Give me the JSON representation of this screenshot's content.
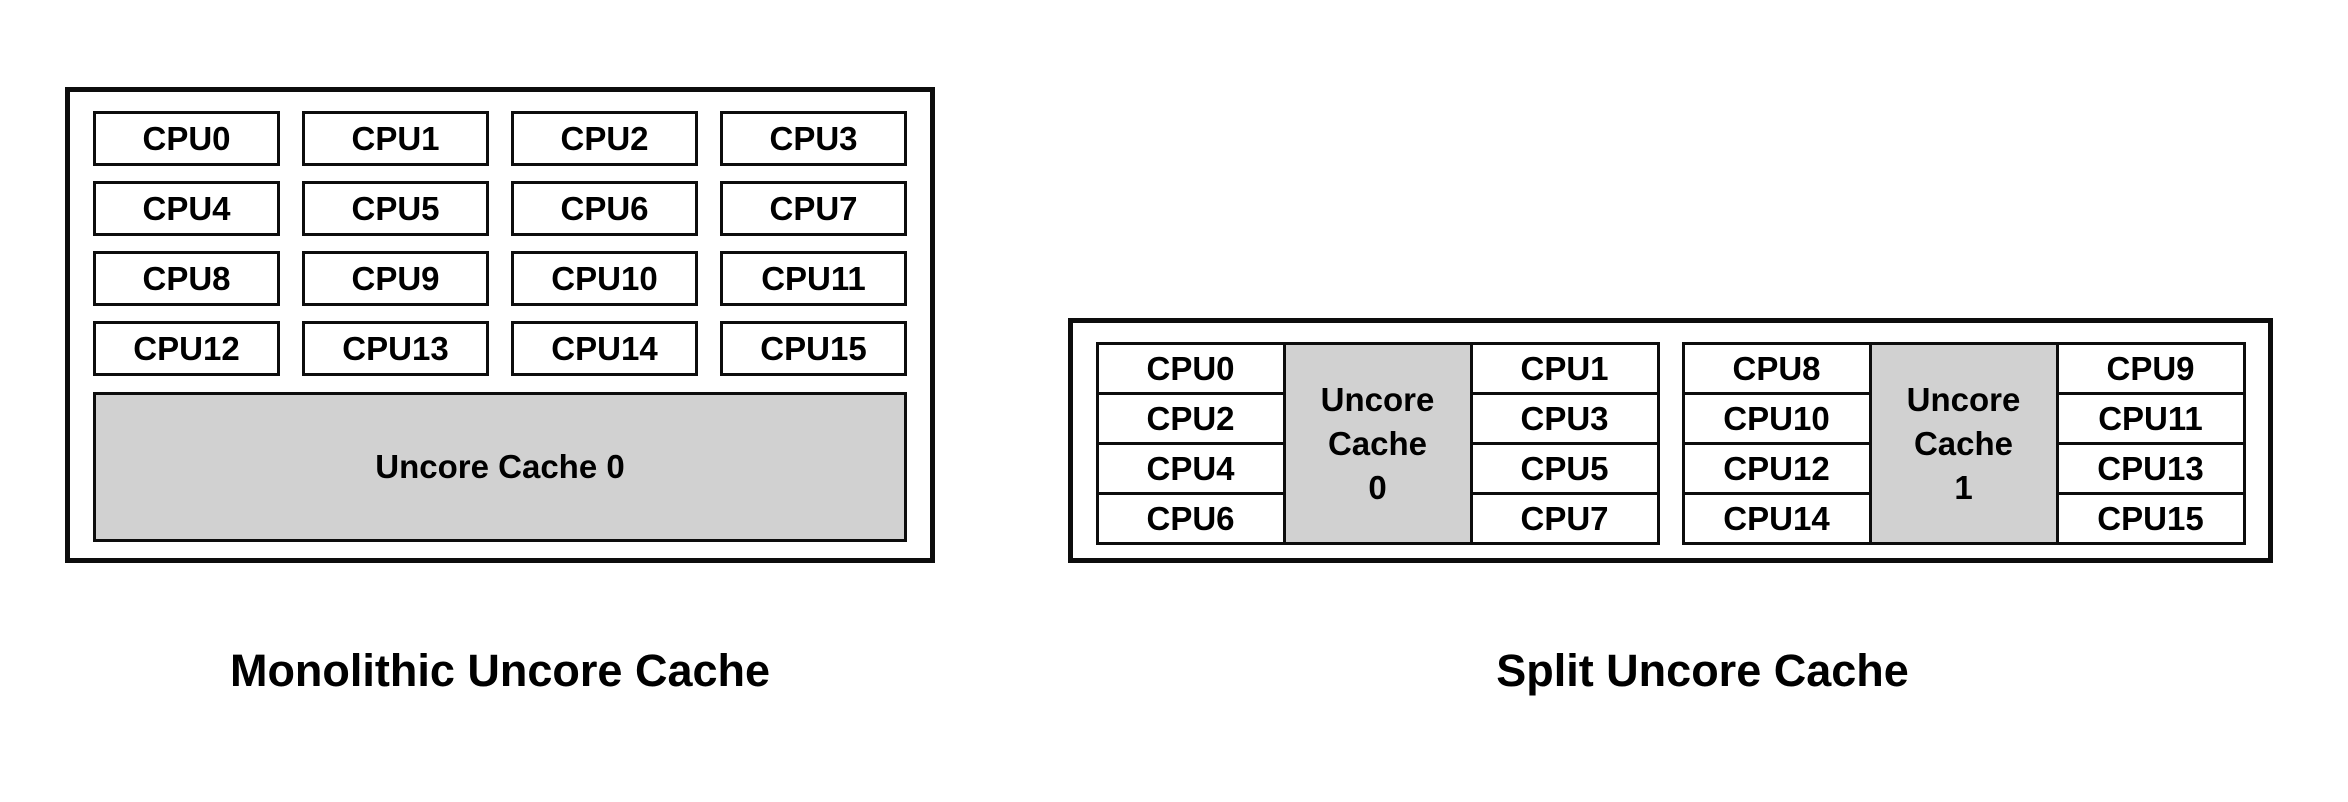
{
  "colors": {
    "border": "#0d0d0d",
    "cache_fill": "#d1d1d1",
    "background": "#ffffff",
    "text": "#000000"
  },
  "monolithic": {
    "caption": "Monolithic Uncore Cache",
    "cpus": [
      "CPU0",
      "CPU1",
      "CPU2",
      "CPU3",
      "CPU4",
      "CPU5",
      "CPU6",
      "CPU7",
      "CPU8",
      "CPU9",
      "CPU10",
      "CPU11",
      "CPU12",
      "CPU13",
      "CPU14",
      "CPU15"
    ],
    "cache_label": "Uncore Cache 0"
  },
  "split": {
    "caption": "Split Uncore Cache",
    "groups": [
      {
        "left_cpus": [
          "CPU0",
          "CPU2",
          "CPU4",
          "CPU6"
        ],
        "cache_lines": [
          "Uncore",
          "Cache",
          "0"
        ],
        "right_cpus": [
          "CPU1",
          "CPU3",
          "CPU5",
          "CPU7"
        ]
      },
      {
        "left_cpus": [
          "CPU8",
          "CPU10",
          "CPU12",
          "CPU14"
        ],
        "cache_lines": [
          "Uncore",
          "Cache",
          "1"
        ],
        "right_cpus": [
          "CPU9",
          "CPU11",
          "CPU13",
          "CPU15"
        ]
      }
    ]
  }
}
